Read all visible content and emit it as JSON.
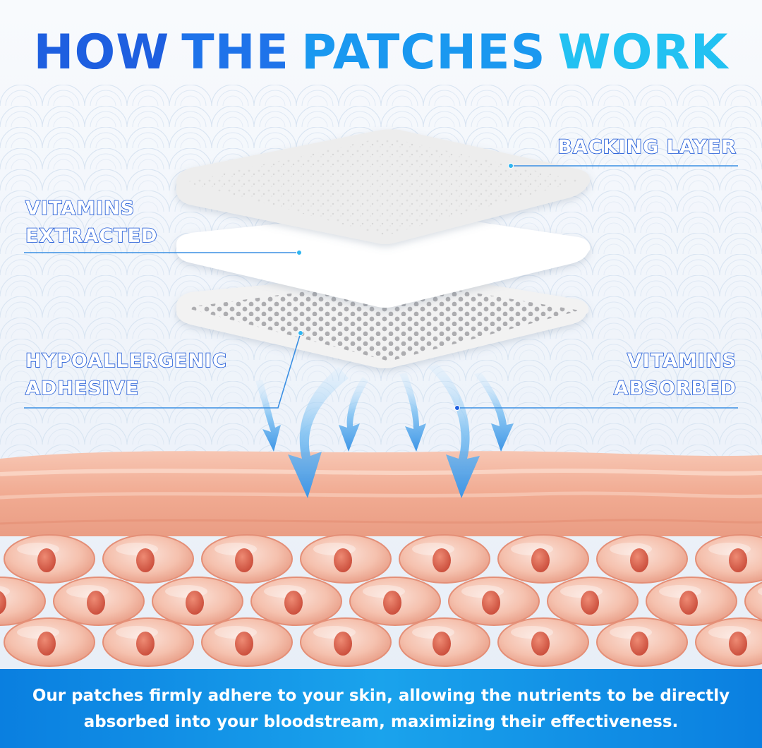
{
  "title": {
    "words": [
      "HOW",
      "THE",
      "PATCHES",
      "WORK"
    ]
  },
  "labels": {
    "backing_layer": "BACKING LAYER",
    "vitamins_extracted": [
      "VITAMINS",
      "EXTRACTED"
    ],
    "hypoallergenic_adhesive": [
      "HYPOALLERGENIC",
      "ADHESIVE"
    ],
    "vitamins_absorbed": [
      "VITAMINS",
      "ABSORBED"
    ]
  },
  "footer": {
    "line1": "Our patches firmly adhere to your skin, allowing the nutrients to be directly",
    "line2": "absorbed into your bloodstream, maximizing their effectiveness."
  },
  "colors": {
    "title_blue_dark": "#1e5fe0",
    "title_blue_light": "#22c1f2",
    "label_stroke": "#1a56d6",
    "leader_line": "#2b8fe8",
    "skin": "#f3b9a3",
    "cell_nucleus": "#d8614e",
    "footer_band": "#1a98ec"
  }
}
